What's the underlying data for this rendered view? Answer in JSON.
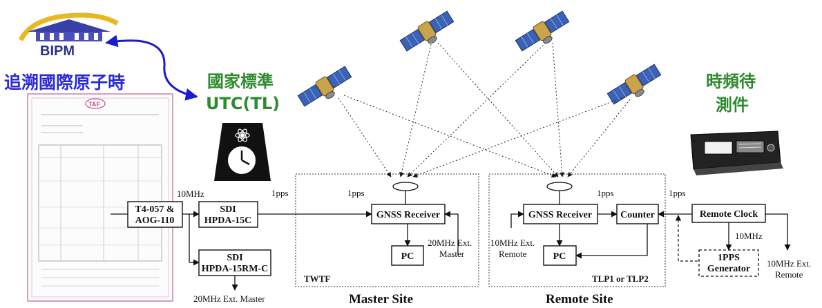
{
  "logo": {
    "text": "BIPM"
  },
  "headings": {
    "trace": "追溯國際原子時",
    "national_line1": "國家標準",
    "national_line2": "UTC(TL)",
    "dut_line1": "時頻待",
    "dut_line2": "測件"
  },
  "certificate": {
    "badge": "TAF"
  },
  "signals": {
    "tenmhz": "10MHz",
    "pps_left": "1pps",
    "pps_master_rx": "1pps",
    "pps_remote_counter": "1pps",
    "pps_remote_clock": "1pps",
    "tenmhz_gen": "10MHz"
  },
  "boxes": {
    "t4_line1": "T4-057 &",
    "t4_line2": "AOG-110",
    "sdi1_line1": "SDI",
    "sdi1_line2": "HPDA-15C",
    "sdi2_line1": "SDI",
    "sdi2_line2": "HPDA-15RM-C",
    "gnss_master": "GNSS Receiver",
    "pc_master": "PC",
    "gnss_remote": "GNSS Receiver",
    "counter": "Counter",
    "pc_remote": "PC",
    "remote_clock": "Remote Clock",
    "gen_line1": "1PPS",
    "gen_line2": "Generator"
  },
  "labels": {
    "ext_master_bottom": "20MHz Ext. Master",
    "ext_master_line1": "20MHz Ext.",
    "ext_master_line2": "Master",
    "ext_remote_line1": "10MHz Ext.",
    "ext_remote_line2": "Remote",
    "ext_remote_clock_line1": "10MHz Ext.",
    "ext_remote_clock_line2": "Remote",
    "twtf": "TWTF",
    "tlp": "TLP1 or TLP2",
    "master_site": "Master Site",
    "remote_site": "Remote Site"
  }
}
